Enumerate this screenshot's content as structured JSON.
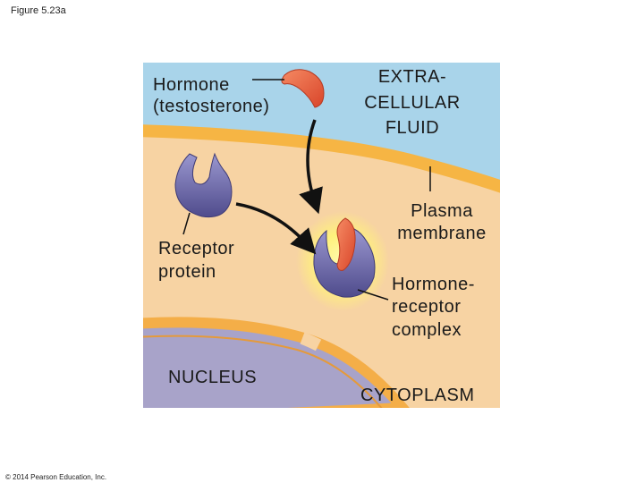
{
  "figure": {
    "label": "Figure 5.23a",
    "copyright": "© 2014 Pearson Education, Inc."
  },
  "labels": {
    "hormone_line1": "Hormone",
    "hormone_line2": "(testosterone)",
    "extracellular_line1": "EXTRA-",
    "extracellular_line2": "CELLULAR",
    "extracellular_line3": "FLUID",
    "plasma_line1": "Plasma",
    "plasma_line2": "membrane",
    "receptor_line1": "Receptor",
    "receptor_line2": "protein",
    "complex_line1": "Hormone-",
    "complex_line2": "receptor",
    "complex_line3": "complex",
    "nucleus": "NUCLEUS",
    "cytoplasm": "CYTOPLASM"
  },
  "colors": {
    "extracellular_fluid": "#a9d4ea",
    "plasma_membrane": "#f6b544",
    "cytoplasm": "#f7d3a3",
    "nuclear_envelope": "#f4ae48",
    "nucleus": "#a8a3c9",
    "receptor_protein": "#6e6ba8",
    "hormone": "#e8603f",
    "glow": "#fff066"
  }
}
